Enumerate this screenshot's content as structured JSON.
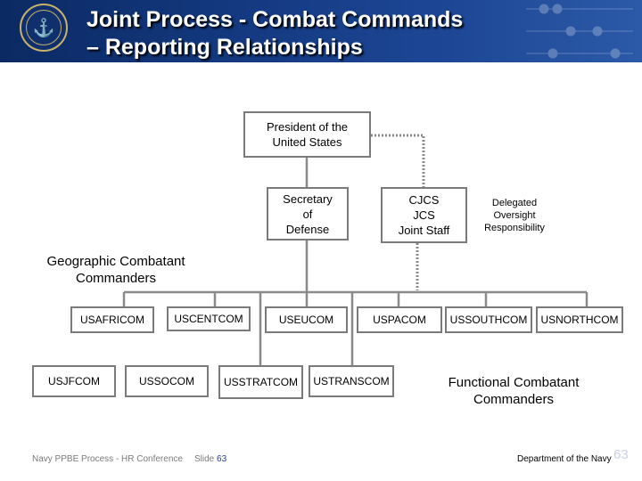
{
  "title": {
    "line1": "Joint Process - Combat Commands",
    "line2": "– Reporting Relationships"
  },
  "logo": {
    "icon": "navy-seal-icon",
    "glyph": "⚓"
  },
  "colors": {
    "header_start": "#0b2a63",
    "header_end": "#2c5aa8",
    "box_border": "#7a7a7a",
    "connector": "#8a8a8a",
    "slide_number": "#1f3f8f"
  },
  "org": {
    "president": "President of the\nUnited States",
    "secdef": "Secretary\nof\nDefense",
    "cjcs": "CJCS\nJCS\nJoint Staff",
    "delegated": "Delegated\nOversight\nResponsibility",
    "geo_label": "Geographic Combatant\nCommanders",
    "func_label": "Functional Combatant\nCommanders",
    "commands": {
      "usafricom": "USAFRICOM",
      "uscentcom": "USCENTCOM",
      "useucom": "USEUCOM",
      "uspacom": "USPACOM",
      "ussouthcom": "USSOUTHCOM",
      "usnorthcom": "USNORTHCOM",
      "usjfcom": "USJFCOM",
      "ussocom": "USSOCOM",
      "usstratcom": "USSTRATCOM",
      "ustranscom": "USTRANSCOM"
    }
  },
  "footer": {
    "left": "Navy PPBE Process - HR Conference",
    "slide_label": "Slide",
    "slide_number": "63",
    "right": "Department of the Navy",
    "page_number": "63"
  }
}
